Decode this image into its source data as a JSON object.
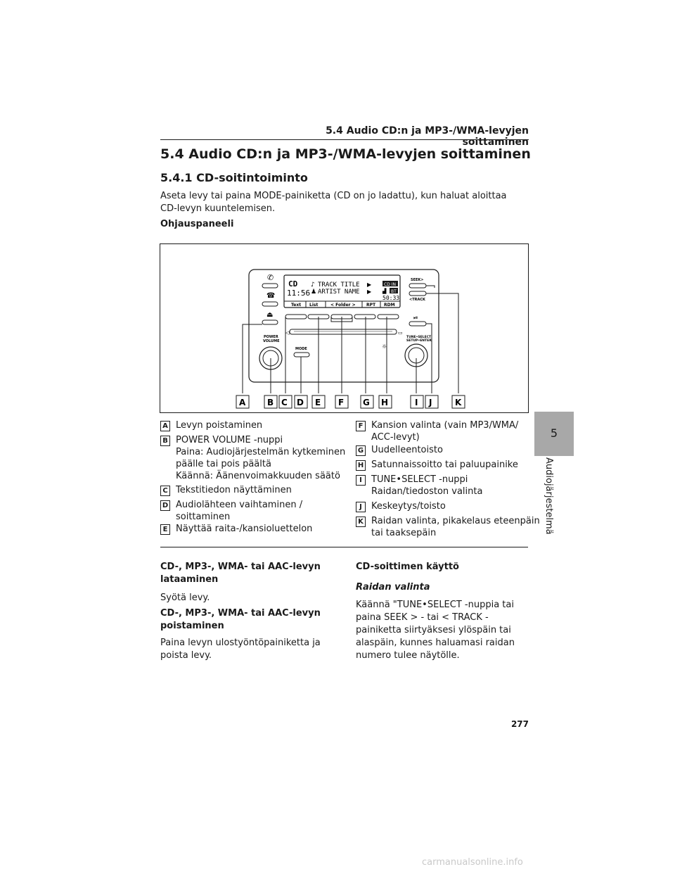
{
  "running_head": "5.4  Audio CD:n ja MP3-/WMA-levyjen soittaminen",
  "heading": "5.4  Audio CD:n ja MP3-/WMA-levyjen soittaminen",
  "subheading": "5.4.1  CD-soitintoiminto",
  "intro": "Aseta levy tai paina MODE-painiketta (CD on jo ladattu), kun haluat aloittaa CD-levyn kuuntelemisen.",
  "panel_title": "Ohjauspaneeli",
  "radio": {
    "display_source": "CD",
    "display_clock": "11:56",
    "track_title": "TRACK TITLE",
    "artist_name": "ARTIST NAME",
    "cd_in": "CD IN",
    "bt": "BT",
    "elapsed": "50:33",
    "softkeys": [
      "Text",
      "List",
      "<  Folder  >",
      "RPT",
      "RDM"
    ],
    "seek_label": "SEEK>",
    "track_label": "<TRACK",
    "power_label_1": "POWER",
    "power_label_2": "VOLUME",
    "mode_label": "MODE",
    "tune_label_1": "TUNE•SELECT",
    "tune_label_2": "SETUP•ENTER"
  },
  "callouts": [
    "A",
    "B",
    "C",
    "D",
    "E",
    "F",
    "G",
    "H",
    "I",
    "J",
    "K"
  ],
  "legend_left": [
    {
      "key": "A",
      "text": "Levyn poistaminen"
    },
    {
      "key": "B",
      "text": "POWER VOLUME -nuppi\nPaina: Audiojärjestelmän kytkeminen\npäälle tai pois päältä\nKäännä: Äänenvoimakkuuden säätö"
    },
    {
      "key": "C",
      "text": "Tekstitiedon näyttäminen"
    },
    {
      "key": "D",
      "text": "Audiolähteen vaihtaminen /\n  soittaminen"
    },
    {
      "key": "E",
      "text": "Näyttää raita-/kansioluettelon"
    }
  ],
  "legend_right": [
    {
      "key": "F",
      "text": "Kansion valinta (vain MP3/WMA/\n  ACC-levyt)"
    },
    {
      "key": "G",
      "text": " Uudelleentoisto"
    },
    {
      "key": "H",
      "text": " Satunnaissoitto tai paluupainike"
    },
    {
      "key": "I",
      "text": "TUNE•SELECT -nuppi\n  Raidan/tiedoston valinta"
    },
    {
      "key": "J",
      "text": "Keskeytys/toisto"
    },
    {
      "key": "K",
      "text": " Raidan valinta, pikakelaus eteenpäin\n  tai taaksepäin"
    }
  ],
  "left_col": {
    "h1": "CD-, MP3-, WMA- tai AAC-levyn lataaminen",
    "p1": "Syötä levy.",
    "h2": "CD-, MP3-, WMA- tai AAC-levyn poistaminen",
    "p2": "Paina levyn ulostyöntöpainiketta ja poista levy."
  },
  "right_col": {
    "h1": "CD-soittimen käyttö",
    "h2": "Raidan valinta",
    "p1": "Käännä \"TUNE•SELECT -nuppia tai paina SEEK > - tai < TRACK -painiketta siirtyäksesi ylöspäin tai alaspäin, kunnes haluamasi raidan numero tulee näytölle."
  },
  "page_number": "277",
  "chapter_number": "5",
  "chapter_label": "Audiojärjestelmä",
  "watermark": "carmanualsonline.info"
}
